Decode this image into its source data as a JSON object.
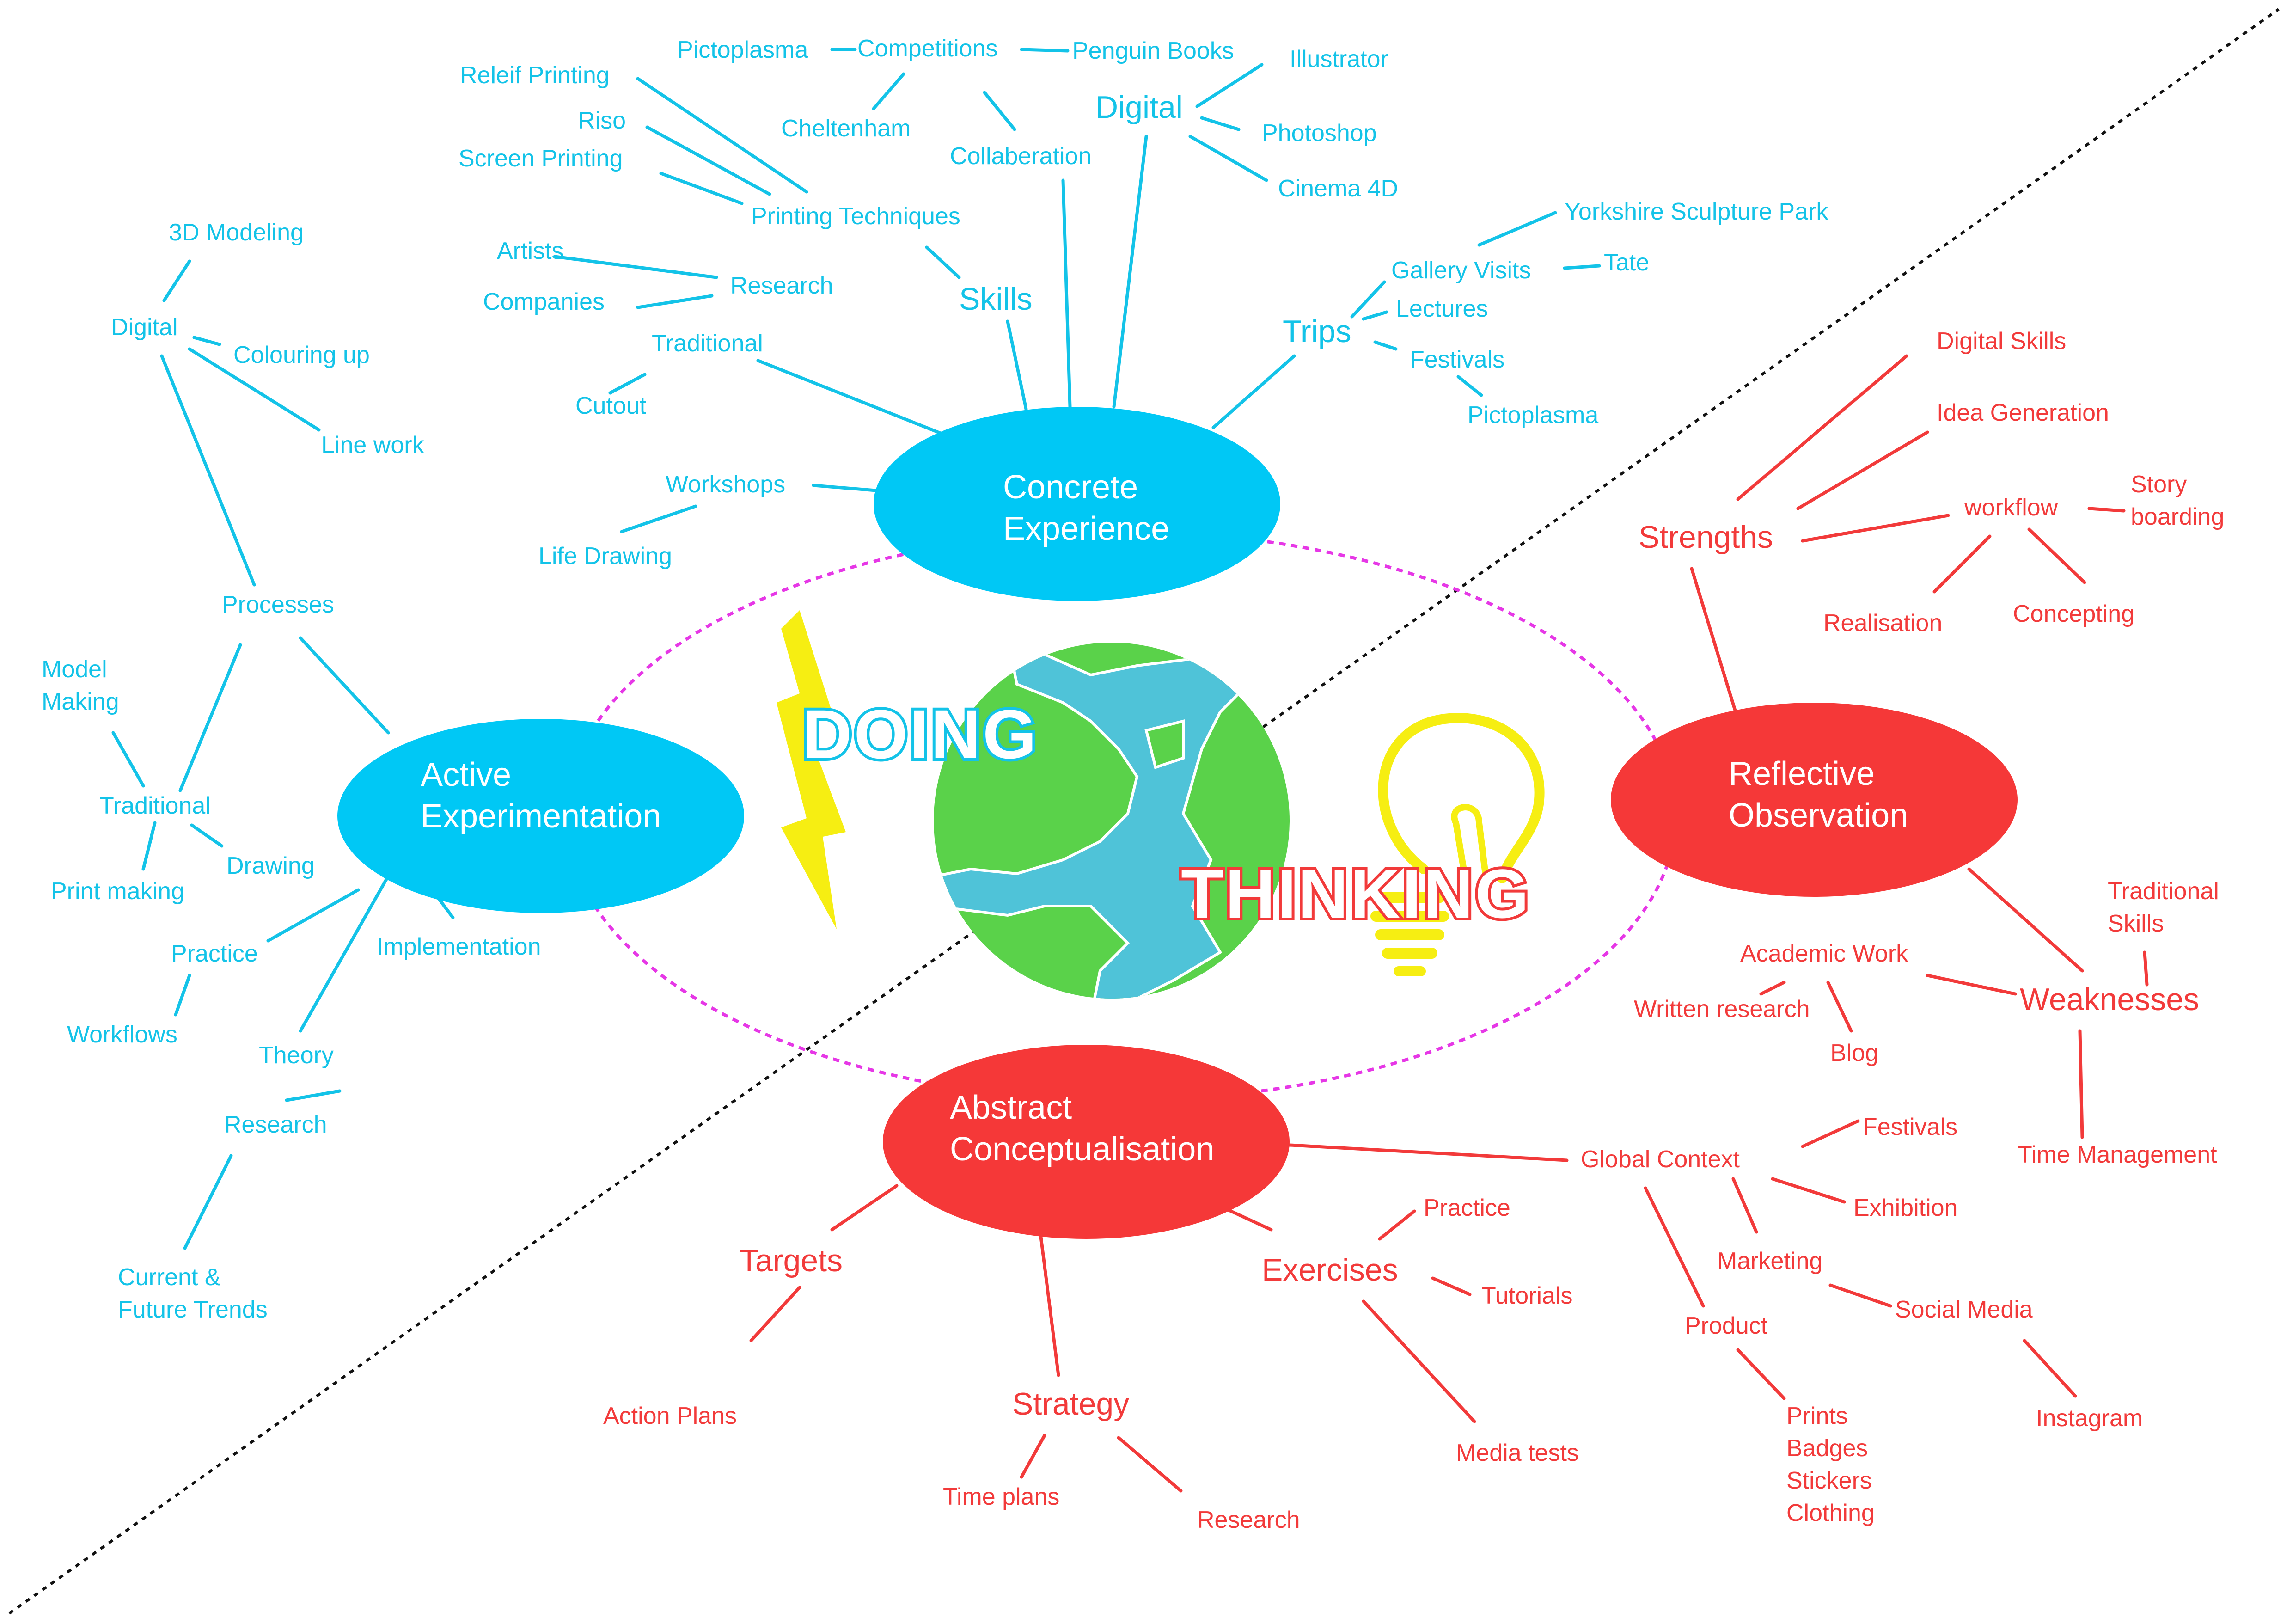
{
  "colors": {
    "blue": "#13c3e8",
    "hub_blue": "#00c8f5",
    "red": "#f23a3a",
    "hub_red": "#f53838",
    "magenta": "#e637e6",
    "yellow": "#f6ee12",
    "earth_green": "#5ad24a",
    "earth_water": "#4fc3d8"
  },
  "center": {
    "doing": "DOING",
    "thinking": "THINKING",
    "icons": [
      "lightning-bolt-icon",
      "globe-icon",
      "light-bulb-icon"
    ]
  },
  "hubs": {
    "concrete": [
      "Concrete",
      "Experience"
    ],
    "active": [
      "Active",
      "Experimentation"
    ],
    "reflective": [
      "Reflective",
      "Observation"
    ],
    "abstract": [
      "Abstract",
      "Conceptualisation"
    ]
  },
  "concrete": {
    "skills": "Skills",
    "printing_techniques": "Printing Techniques",
    "releif_printing": "Releif Printing",
    "riso": "Riso",
    "screen_printing": "Screen Printing",
    "competitions": "Competitions",
    "pictoplasma": "Pictoplasma",
    "penguin_books": "Penguin Books",
    "cheltenham": "Cheltenham",
    "collaberation": "Collaberation",
    "digital": "Digital",
    "illustrator": "Illustrator",
    "photoshop": "Photoshop",
    "cinema4d": "Cinema 4D",
    "research": "Research",
    "artists": "Artists",
    "companies": "Companies",
    "traditional": "Traditional",
    "cutout": "Cutout",
    "workshops": "Workshops",
    "life_drawing": "Life Drawing",
    "trips": "Trips",
    "gallery_visits": "Gallery Visits",
    "yorkshire": "Yorkshire Sculpture Park",
    "tate": "Tate",
    "lectures": "Lectures",
    "festivals": "Festivals",
    "pictoplasma2": "Pictoplasma"
  },
  "active": {
    "modeling_3d": "3D Modeling",
    "digital": "Digital",
    "colouring_up": "Colouring up",
    "line_work": "Line work",
    "processes": "Processes",
    "model_making": [
      "Model",
      "Making"
    ],
    "traditional": "Traditional",
    "drawing": "Drawing",
    "print_making": "Print making",
    "practice": "Practice",
    "workflows": "Workflows",
    "implementation": "Implementation",
    "theory": "Theory",
    "research": "Research",
    "trends": [
      "Current &",
      "Future Trends"
    ]
  },
  "reflective": {
    "strengths": "Strengths",
    "digital_skills": "Digital Skills",
    "idea_generation": "Idea Generation",
    "workflow": "workflow",
    "story_boarding": [
      "Story",
      "boarding"
    ],
    "realisation": "Realisation",
    "concepting": "Concepting",
    "weaknesses": "Weaknesses",
    "traditional_skills": [
      "Traditional",
      "Skills"
    ],
    "academic_work": "Academic Work",
    "written_research": "Written research",
    "blog": "Blog",
    "time_management": "Time Management"
  },
  "abstract": {
    "targets": "Targets",
    "action_plans": "Action Plans",
    "strategy": "Strategy",
    "time_plans": "Time plans",
    "research": "Research",
    "exercises": "Exercises",
    "practice": "Practice",
    "tutorials": "Tutorials",
    "media_tests": "Media tests",
    "global_context": "Global Context",
    "festivals": "Festivals",
    "exhibition": "Exhibition",
    "marketing": "Marketing",
    "social_media": "Social Media",
    "instagram": "Instagram",
    "product": "Product",
    "product_items": [
      "Prints",
      "Badges",
      "Stickers",
      "Clothing"
    ]
  }
}
